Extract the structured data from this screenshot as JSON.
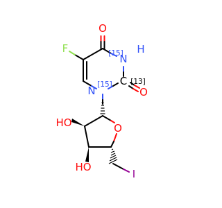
{
  "colors": {
    "bond": "#000000",
    "oxygen": "#ff0d0d",
    "nitrogen": "#3050f8",
    "fluorine": "#90e050",
    "iodine": "#940094",
    "carbon_label": "#000000"
  },
  "atoms": {
    "o4": "O",
    "o2": "O",
    "f": "F",
    "n3": "N",
    "n3_h": "H",
    "n3_iso": "[15]",
    "c2": "C",
    "c2_iso": "[13]",
    "n1": "N",
    "n1_iso": "[15]",
    "o_ring": "O",
    "oh2": "HO",
    "oh3": "HO",
    "iodine": "I"
  }
}
